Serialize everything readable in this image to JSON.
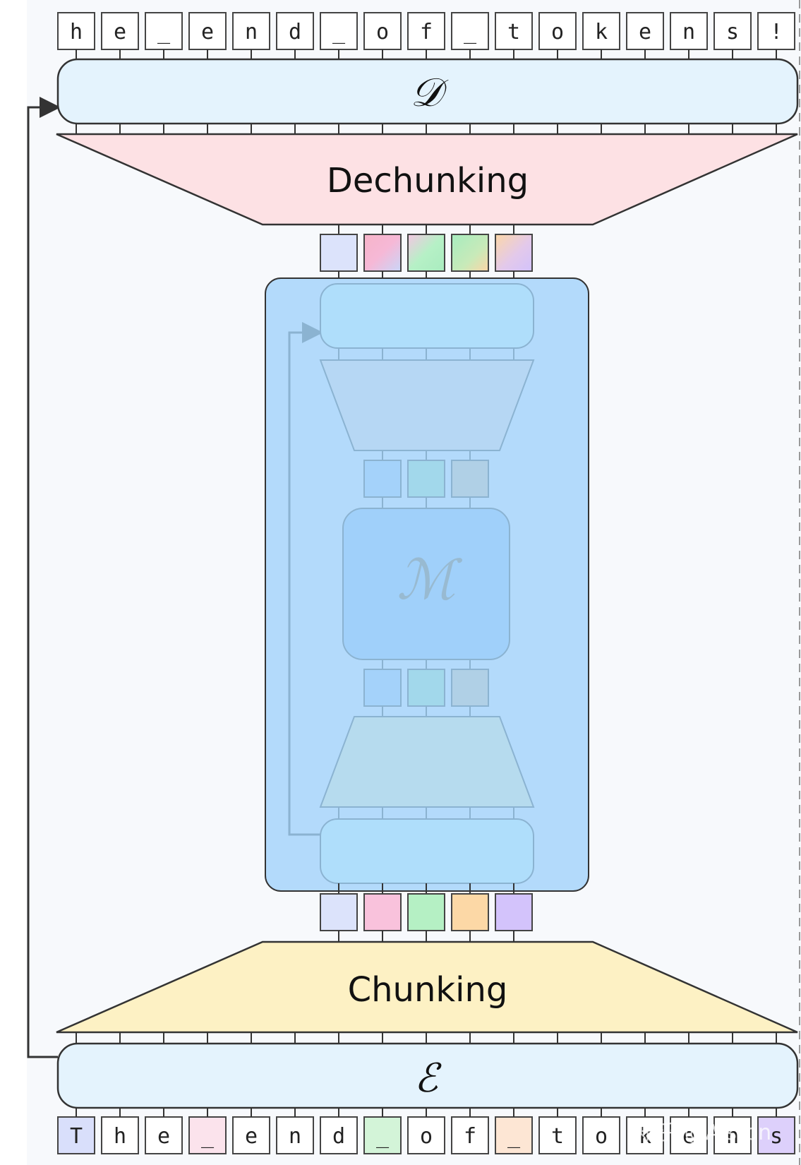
{
  "output_tokens": [
    "h",
    "e",
    "_",
    "e",
    "n",
    "d",
    "_",
    "o",
    "f",
    "_",
    "t",
    "o",
    "k",
    "e",
    "n",
    "s",
    "!"
  ],
  "input_tokens": [
    "T",
    "h",
    "e",
    "_",
    "e",
    "n",
    "d",
    "_",
    "o",
    "f",
    "_",
    "t",
    "o",
    "k",
    "e",
    "n",
    "s"
  ],
  "decoder_symbol": "𝒟",
  "encoder_symbol": "ℰ",
  "main_symbol": "ℳ",
  "dechunking_label": "Dechunking",
  "chunking_label": "Chunking",
  "watermark": "知乎 @Alston",
  "colors": {
    "page_bg": "#f7f9fc",
    "token_border": "#444444",
    "decoder_fill": "#e4f3fd",
    "encoder_fill": "#e4f3fd",
    "dechunk_fill": "#fde1e4",
    "chunk_fill": "#fdf1c4",
    "main_outer": "#b3dafb",
    "main_inner": "#9acdfa",
    "chunk_colors": [
      "#dce3fb",
      "#f9c2dc",
      "#b5f0c4",
      "#fcd8a6",
      "#d3c3fb"
    ],
    "input_highlights": {
      "0": "#d9dffb",
      "3": "#fbe3ec",
      "7": "#d3f4d8",
      "10": "#fde6d4",
      "16": "#ddd0fb"
    }
  }
}
